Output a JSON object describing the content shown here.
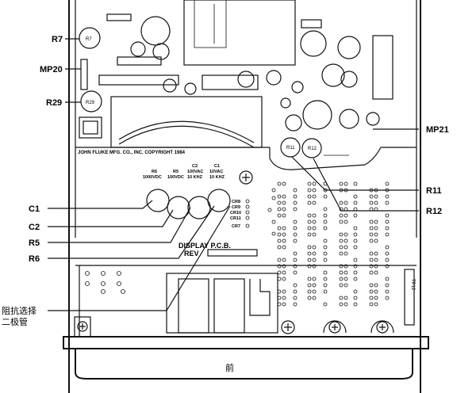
{
  "board": {
    "copyright": "JOHN FLUKE MFG. CO., INC. COPYRIGHT 1984",
    "display_line1": "DISPLAY P.C.B.",
    "display_line2": "REV",
    "front_label": "前",
    "jumper_label_line1": "阻抗选择",
    "jumper_label_line2": "二极管",
    "tp_label": "TP12"
  },
  "callouts": {
    "r7": "R7",
    "mp20": "MP20",
    "r29": "R29",
    "mp21": "MP21",
    "r11": "R11",
    "r12": "R12",
    "c1": "C1",
    "c2": "C2",
    "r5": "R5",
    "r6": "R6"
  },
  "adjust_points": [
    {
      "name": "R6",
      "line1": "1000VDC"
    },
    {
      "name": "R5",
      "line1": "100VDC"
    },
    {
      "name": "C2",
      "line1": "100VAC",
      "line2": "10 KHZ"
    },
    {
      "name": "C1",
      "line1": "10VAC",
      "line2": "10 KHZ"
    }
  ],
  "cr_labels": [
    "CR8",
    "CR9",
    "CR10",
    "CR11",
    "CR7"
  ],
  "component_marks": {
    "r7": "R7",
    "r29": "R29",
    "r11": "R11",
    "r12": "R12"
  }
}
